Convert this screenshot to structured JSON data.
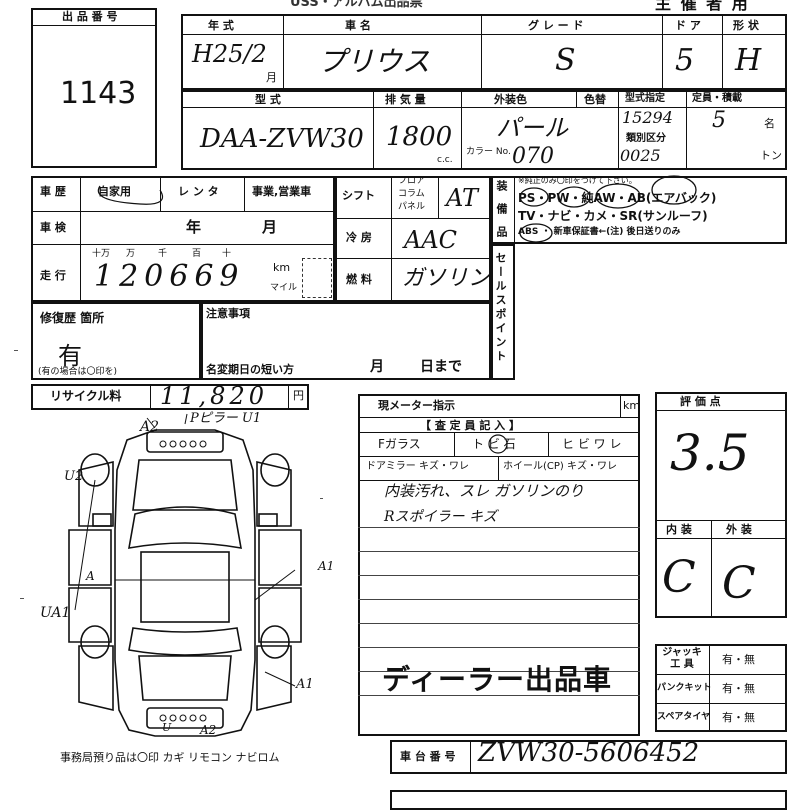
{
  "header": {
    "title": "主 催 者 用",
    "top_faint": "USS・アルバム出品票"
  },
  "lot": {
    "label": "出 品 番 号",
    "number": "1143"
  },
  "row1": {
    "year_label": "年 式",
    "name_label": "車 名",
    "grade_label": "グ レ ー ド",
    "door_label": "ド ア",
    "shape_label": "形 状",
    "year_value": "H25/2",
    "year_suffix": "月",
    "name_value": "プリウス",
    "grade_value": "S",
    "door_value": "5",
    "shape_value": "H"
  },
  "row2": {
    "model_label": "型 式",
    "disp_label": "排 気 量",
    "color_label": "外装色",
    "colorcode_label": "色替",
    "katashiki_label": "型式指定",
    "ruibetsu_label": "類別区分",
    "capacity_label": "定員・積載",
    "model_value": "DAA-ZVW30",
    "disp_value": "1800",
    "cc": "c.c.",
    "color_value": "パール",
    "color_no_label": "カラー No.",
    "color_no_value": "070",
    "katashiki_value": "15294",
    "ruibetsu_value": "0025",
    "capacity_value": "5",
    "capacity_unit": "名",
    "ton_unit": "トン"
  },
  "history": {
    "label": "車 歴",
    "options": [
      "自家用",
      "レ ン タ",
      "事業,営業車"
    ],
    "shaken_label": "車 検",
    "year": "年",
    "month": "月",
    "mileage_label": "走 行",
    "digit_headers": [
      "十万",
      "万",
      "千",
      "百",
      "十"
    ],
    "mileage_value": "120669",
    "km": "km",
    "mile": "マイル"
  },
  "shift": {
    "label": "シフト",
    "options": [
      "フロア",
      "コラム",
      "パネル"
    ],
    "value": "AT",
    "aircon_label": "冷 房",
    "aircon_value": "AAC",
    "fuel_label": "燃 料",
    "fuel_value": "ガソリン"
  },
  "equipment": {
    "label": "装 備 品",
    "note": "※純正のみ〇印をつけて下さい。",
    "line1": "PS・PW・純AW・AB(エアバック)",
    "line2": "TV・ナビ・カメ・SR(サンルーフ)",
    "line3": "ABS ・ 新車保証書←(注) 後日送りのみ"
  },
  "sale_point": {
    "label": "セールスポイント"
  },
  "repair": {
    "label": "修復歴 箇所",
    "value": "有",
    "note": "(有の場合は〇印を)"
  },
  "notice": {
    "label": "注意事項",
    "short_label": "名変期日の短い方",
    "month": "月",
    "day": "日まで"
  },
  "recycle": {
    "label": "リサイクル料",
    "value": "11,820",
    "yen": "円"
  },
  "meter": {
    "label": "現メーター指示",
    "km": "km"
  },
  "inspector": {
    "label": "【 査 定 員 記 入 】",
    "f_glass": "Fガラス",
    "stone": "ト ビ 石",
    "crack": "ヒ ビ ワ レ",
    "mirror": "ドアミラー キズ・ワレ",
    "wheel": "ホイール(CP) キズ・ワレ",
    "comment1": "内装汚れ、スレ ガソリンのり",
    "comment2": "Rスポイラー キズ"
  },
  "stamp": {
    "value": "ディーラー出品車"
  },
  "score": {
    "label": "評 価 点",
    "value": "3.5",
    "interior_label": "内 装",
    "exterior_label": "外 装",
    "interior_value": "C",
    "exterior_value": "C"
  },
  "tools": {
    "jack_label": "ジャッキ 工 具",
    "puncture_label": "パンクキット",
    "spare_label": "スペアタイヤ",
    "choice": "有・無"
  },
  "chassis": {
    "label": "車 台 番 号",
    "value": "ZVW30-5606452"
  },
  "diagram_marks": {
    "a2_top": "A2",
    "pillar": "Pピラー U1",
    "u2_left": "U2",
    "ua1_left": "UA1",
    "a_left": "A",
    "a1_right": "A1",
    "a1_rear": "A1",
    "u_rear": "U",
    "a2_rear": "A2"
  },
  "footer": {
    "items": "事務局預り品は〇印 カギ リモコン ナビロム"
  }
}
